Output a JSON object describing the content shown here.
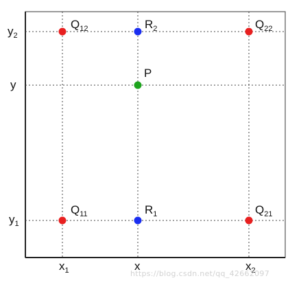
{
  "points": {
    "Q12": {
      "base": "Q",
      "sub": "12",
      "color": "#e82020"
    },
    "R2": {
      "base": "R",
      "sub": "2",
      "color": "#1a2ef0"
    },
    "Q22": {
      "base": "Q",
      "sub": "22",
      "color": "#e82020"
    },
    "P": {
      "base": "P",
      "sub": "",
      "color": "#1ea41e"
    },
    "Q11": {
      "base": "Q",
      "sub": "11",
      "color": "#e82020"
    },
    "R1": {
      "base": "R",
      "sub": "1",
      "color": "#1a2ef0"
    },
    "Q21": {
      "base": "Q",
      "sub": "21",
      "color": "#e82020"
    }
  },
  "axis_labels": {
    "y2": {
      "base": "y",
      "sub": "2"
    },
    "y": {
      "base": "y",
      "sub": ""
    },
    "y1": {
      "base": "y",
      "sub": "1"
    },
    "x1": {
      "base": "x",
      "sub": "1"
    },
    "x": {
      "base": "x",
      "sub": ""
    },
    "x2": {
      "base": "x",
      "sub": "2"
    }
  },
  "watermark": "https://blog.csdn.net/qq_42662097"
}
